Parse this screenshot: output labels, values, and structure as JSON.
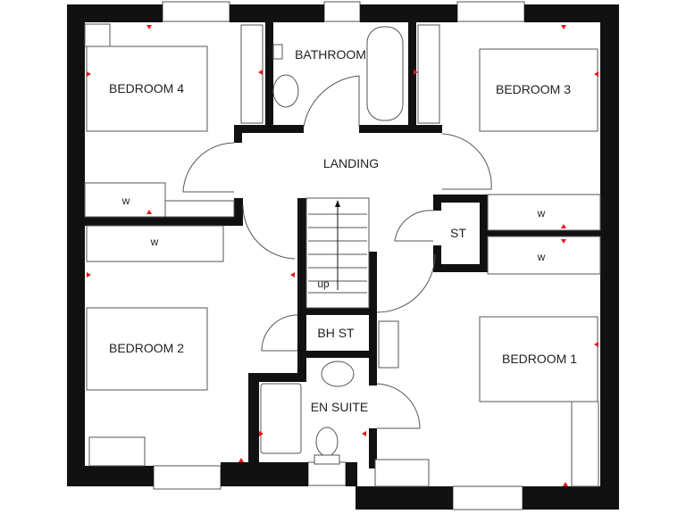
{
  "rooms": {
    "bedroom4": "BEDROOM 4",
    "bathroom": "BATHROOM",
    "bedroom3": "BEDROOM 3",
    "landing": "LANDING",
    "wardrobe_b4": "w",
    "wardrobe_b2": "w",
    "wardrobe_b3": "w",
    "wardrobe_b1": "w",
    "store": "ST",
    "stairs_up": "up",
    "bh_store": "BH ST",
    "bedroom2": "BEDROOM 2",
    "en_suite": "EN SUITE",
    "bedroom1": "BEDROOM 1"
  },
  "colors": {
    "walls": "#111111",
    "markers": "#e8141c"
  }
}
